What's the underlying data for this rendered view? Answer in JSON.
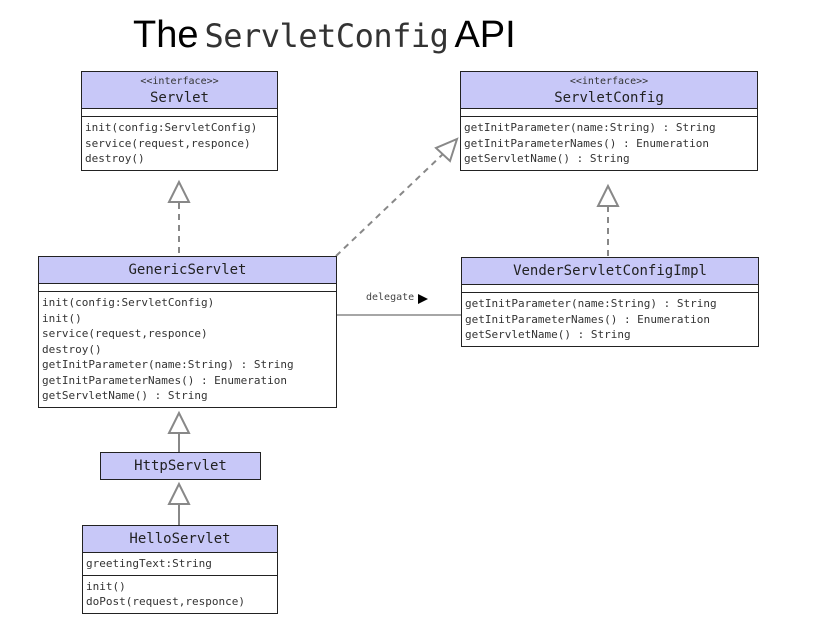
{
  "title": {
    "prefix": "The",
    "code": "ServletConfig",
    "suffix": "API"
  },
  "classes": {
    "servlet": {
      "stereotype": "<<interface>>",
      "name": "Servlet",
      "operations": [
        "init(config:ServletConfig)",
        "service(request,responce)",
        "destroy()"
      ]
    },
    "servlet_config": {
      "stereotype": "<<interface>>",
      "name": "ServletConfig",
      "operations": [
        "getInitParameter(name:String) : String",
        "getInitParameterNames() : Enumeration",
        "getServletName() : String"
      ]
    },
    "generic_servlet": {
      "name": "GenericServlet",
      "operations": [
        "init(config:ServletConfig)",
        "init()",
        "service(request,responce)",
        "destroy()",
        "getInitParameter(name:String) : String",
        "getInitParameterNames() : Enumeration",
        "getServletName() : String"
      ]
    },
    "vender_config_impl": {
      "name": "VenderServletConfigImpl",
      "operations": [
        "getInitParameter(name:String) : String",
        "getInitParameterNames() : Enumeration",
        "getServletName() : String"
      ]
    },
    "http_servlet": {
      "name": "HttpServlet"
    },
    "hello_servlet": {
      "name": "HelloServlet",
      "attributes": [
        "greetingText:String"
      ],
      "operations": [
        "init()",
        "doPost(request,responce)"
      ]
    }
  },
  "relations": {
    "delegate_label": "delegate"
  },
  "colors": {
    "class_header": "#c8c8f8",
    "line": "#888888",
    "border": "#222222"
  }
}
